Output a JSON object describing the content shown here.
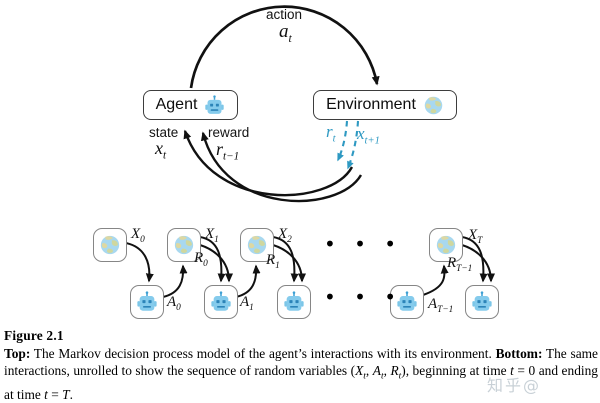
{
  "top": {
    "agent_label": "Agent",
    "environment_label": "Environment",
    "action_label": "action",
    "action_math": {
      "base": "a",
      "sub": "t"
    },
    "state_label": "state",
    "state_math": {
      "base": "x",
      "sub": "t"
    },
    "reward_label": "reward",
    "reward_math": {
      "base": "r",
      "sub": "t−1"
    },
    "reward_next_math": {
      "base": "r",
      "sub": "t"
    },
    "state_next_math": {
      "base": "x",
      "sub": "t+1"
    },
    "teal_color": "#2e99c2",
    "arrow_color": "#111111"
  },
  "bottom": {
    "x_labels": [
      {
        "base": "X",
        "sub": "0"
      },
      {
        "base": "X",
        "sub": "1"
      },
      {
        "base": "X",
        "sub": "2"
      },
      {
        "base": "X",
        "sub": "T"
      }
    ],
    "r_labels": [
      {
        "base": "R",
        "sub": "0"
      },
      {
        "base": "R",
        "sub": "1"
      },
      {
        "base": "R",
        "sub": "T−1"
      }
    ],
    "a_labels": [
      {
        "base": "A",
        "sub": "0"
      },
      {
        "base": "A",
        "sub": "1"
      },
      {
        "base": "A",
        "sub": "T−1"
      }
    ],
    "ellipsis": "• • •"
  },
  "caption": {
    "figure_label": "Figure 2.1",
    "top_bold": "Top:",
    "top_text": " The Markov decision process model of the agent’s interactions with its environment. ",
    "bottom_bold": "Bottom:",
    "mid_text": " The same interactions, unrolled to show the sequence of random variables (",
    "var_x": "X",
    "var_a": "A",
    "var_r": "R",
    "sub_t": "t",
    "comma": ", ",
    "close_text": "), beginning at ",
    "time_text": "time ",
    "var_t": "t",
    "eq_zero_text": " = 0 and ending at time ",
    "eq_text": " = ",
    "var_T": "T",
    "period": "."
  },
  "watermark": "知乎@"
}
